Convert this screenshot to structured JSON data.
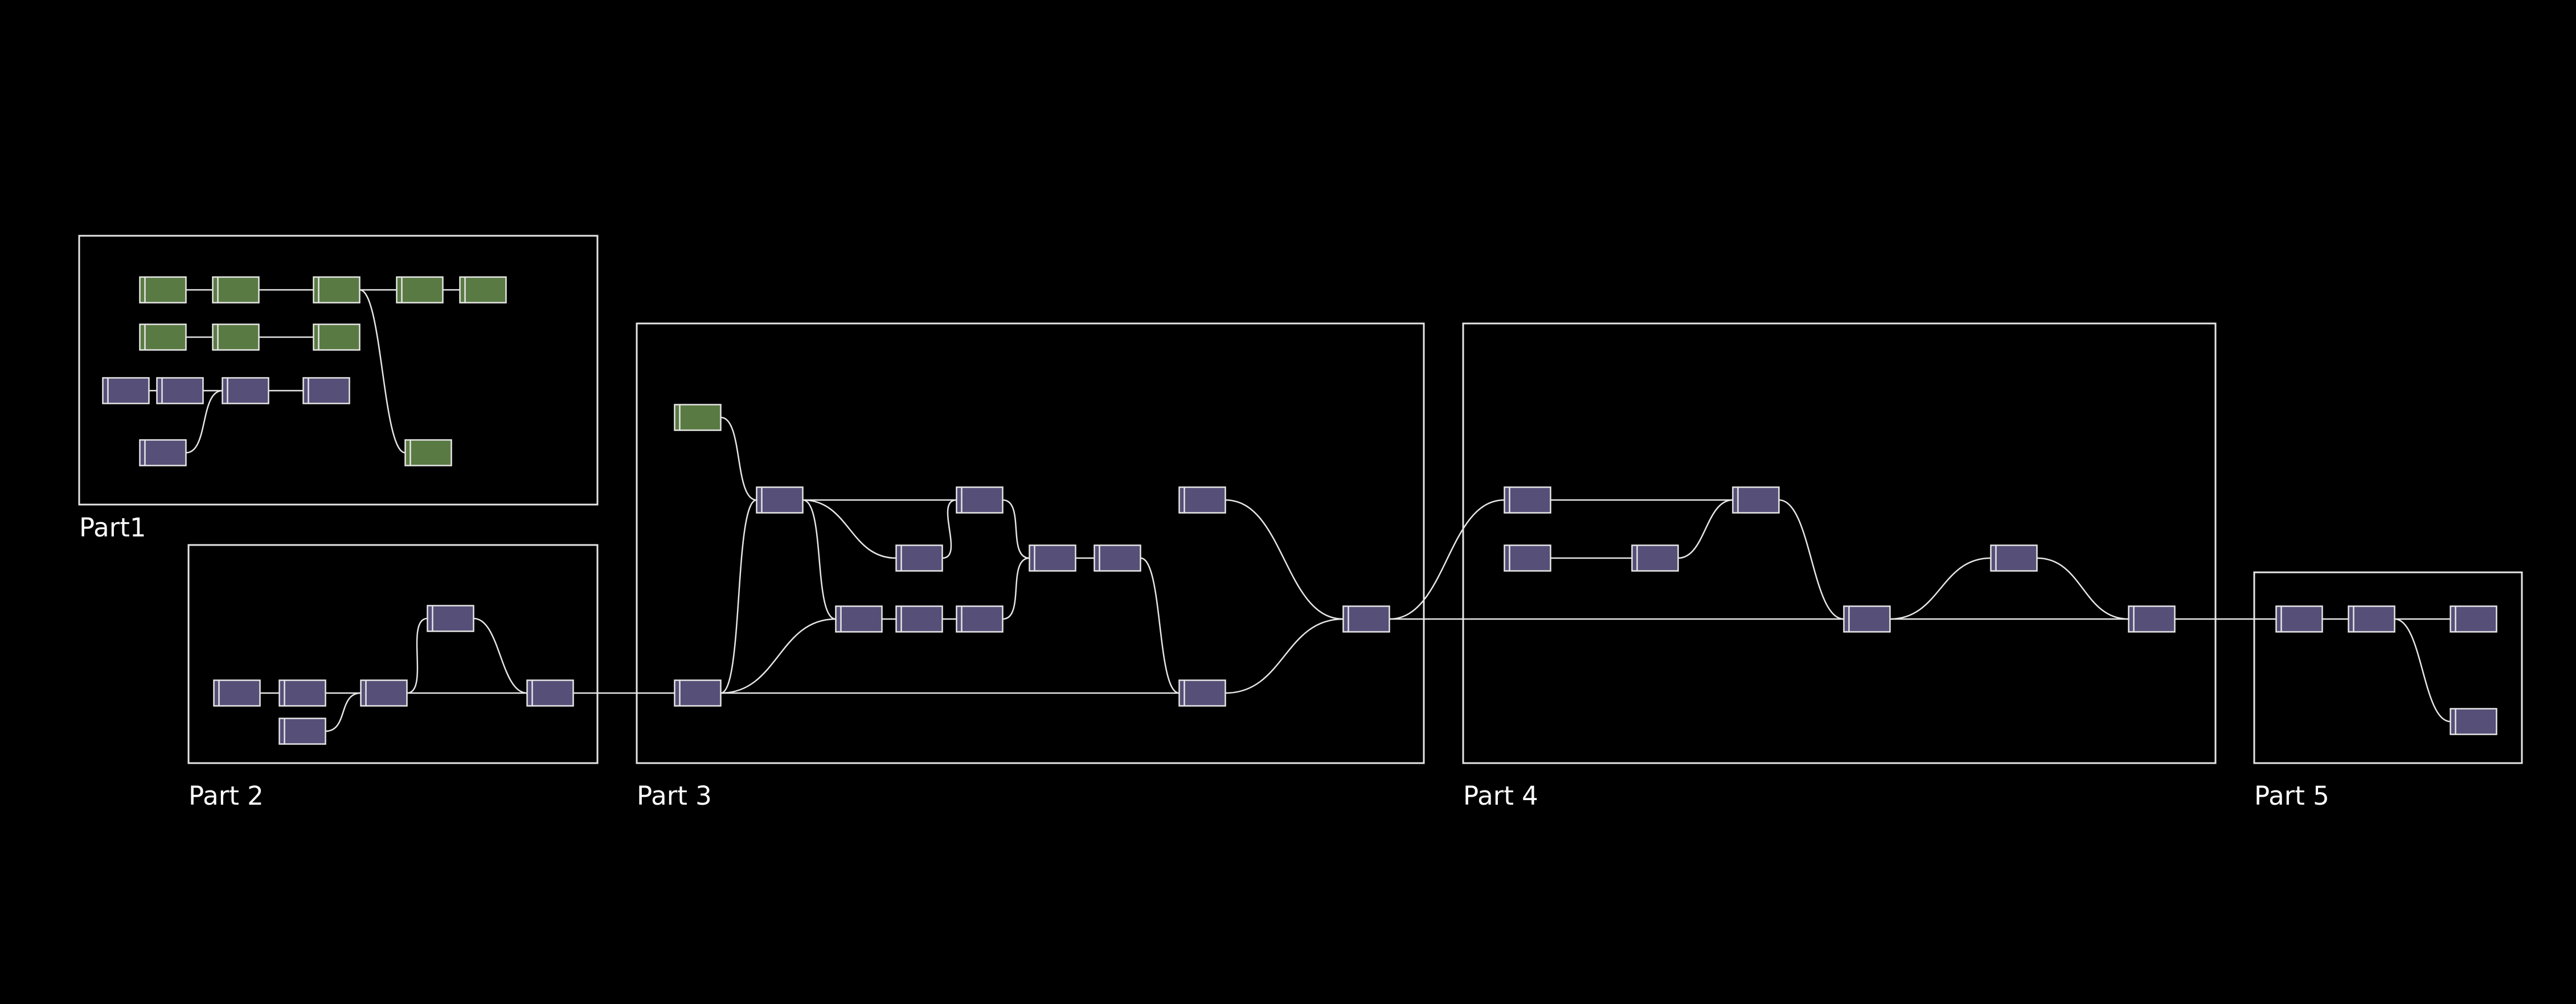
{
  "colors": {
    "background": "#000000",
    "frame": "#e6e6e6",
    "edge": "#e6e6e6",
    "label": "#ffffff",
    "node_green": "#5a7a43",
    "node_purple": "#564f78"
  },
  "groups": [
    {
      "id": "g1",
      "label": "Part1"
    },
    {
      "id": "g2",
      "label": "Part 2"
    },
    {
      "id": "g3",
      "label": "Part 3"
    },
    {
      "id": "g4",
      "label": "Part 4"
    },
    {
      "id": "g5",
      "label": "Part 5"
    }
  ],
  "nodes": [
    {
      "id": "p1a1",
      "group": "g1",
      "kind": "green"
    },
    {
      "id": "p1a2",
      "group": "g1",
      "kind": "green"
    },
    {
      "id": "p1a3",
      "group": "g1",
      "kind": "green"
    },
    {
      "id": "p1a4",
      "group": "g1",
      "kind": "green"
    },
    {
      "id": "p1a5",
      "group": "g1",
      "kind": "green"
    },
    {
      "id": "p1b1",
      "group": "g1",
      "kind": "green"
    },
    {
      "id": "p1b2",
      "group": "g1",
      "kind": "green"
    },
    {
      "id": "p1b3",
      "group": "g1",
      "kind": "green"
    },
    {
      "id": "p1c1",
      "group": "g1",
      "kind": "purple"
    },
    {
      "id": "p1c2",
      "group": "g1",
      "kind": "purple"
    },
    {
      "id": "p1c3",
      "group": "g1",
      "kind": "purple"
    },
    {
      "id": "p1c4",
      "group": "g1",
      "kind": "purple"
    },
    {
      "id": "p1d1",
      "group": "g1",
      "kind": "purple"
    },
    {
      "id": "p1e1",
      "group": "g1",
      "kind": "green"
    },
    {
      "id": "p2a",
      "group": "g2",
      "kind": "purple"
    },
    {
      "id": "p2b",
      "group": "g2",
      "kind": "purple"
    },
    {
      "id": "p2c",
      "group": "g2",
      "kind": "purple"
    },
    {
      "id": "p2d",
      "group": "g2",
      "kind": "purple"
    },
    {
      "id": "p2e",
      "group": "g2",
      "kind": "purple"
    },
    {
      "id": "p2f",
      "group": "g2",
      "kind": "purple"
    },
    {
      "id": "p3g",
      "group": "g3",
      "kind": "green"
    },
    {
      "id": "p3a",
      "group": "g3",
      "kind": "purple"
    },
    {
      "id": "p3b",
      "group": "g3",
      "kind": "purple"
    },
    {
      "id": "p3c",
      "group": "g3",
      "kind": "purple"
    },
    {
      "id": "p3d",
      "group": "g3",
      "kind": "purple"
    },
    {
      "id": "p3e",
      "group": "g3",
      "kind": "purple"
    },
    {
      "id": "p3f",
      "group": "g3",
      "kind": "purple"
    },
    {
      "id": "p3h",
      "group": "g3",
      "kind": "purple"
    },
    {
      "id": "p3i",
      "group": "g3",
      "kind": "purple"
    },
    {
      "id": "p3j",
      "group": "g3",
      "kind": "purple"
    },
    {
      "id": "p3k",
      "group": "g3",
      "kind": "purple"
    },
    {
      "id": "p3l",
      "group": "g3",
      "kind": "purple"
    },
    {
      "id": "p3m",
      "group": "g3",
      "kind": "purple"
    },
    {
      "id": "p4a",
      "group": "g4",
      "kind": "purple"
    },
    {
      "id": "p4b",
      "group": "g4",
      "kind": "purple"
    },
    {
      "id": "p4c",
      "group": "g4",
      "kind": "purple"
    },
    {
      "id": "p4d",
      "group": "g4",
      "kind": "purple"
    },
    {
      "id": "p4e",
      "group": "g4",
      "kind": "purple"
    },
    {
      "id": "p4f",
      "group": "g4",
      "kind": "purple"
    },
    {
      "id": "p4g",
      "group": "g4",
      "kind": "purple"
    },
    {
      "id": "p5a",
      "group": "g5",
      "kind": "purple"
    },
    {
      "id": "p5b",
      "group": "g5",
      "kind": "purple"
    },
    {
      "id": "p5c",
      "group": "g5",
      "kind": "purple"
    },
    {
      "id": "p5d",
      "group": "g5",
      "kind": "purple"
    }
  ],
  "edges": [
    {
      "from": "p1a1",
      "to": "p1a2"
    },
    {
      "from": "p1a2",
      "to": "p1a3"
    },
    {
      "from": "p1a3",
      "to": "p1a4"
    },
    {
      "from": "p1a4",
      "to": "p1a5"
    },
    {
      "from": "p1a3",
      "to": "p1e1"
    },
    {
      "from": "p1b1",
      "to": "p1b2"
    },
    {
      "from": "p1b2",
      "to": "p1b3"
    },
    {
      "from": "p1c1",
      "to": "p1c2"
    },
    {
      "from": "p1c2",
      "to": "p1c3"
    },
    {
      "from": "p1c3",
      "to": "p1c4"
    },
    {
      "from": "p1d1",
      "to": "p1c3"
    },
    {
      "from": "p2a",
      "to": "p2b"
    },
    {
      "from": "p2b",
      "to": "p2c"
    },
    {
      "from": "p2e",
      "to": "p2c"
    },
    {
      "from": "p2c",
      "to": "p2d"
    },
    {
      "from": "p2d",
      "to": "p2f"
    },
    {
      "from": "p2c",
      "to": "p2f"
    },
    {
      "from": "p2f",
      "to": "p3a"
    },
    {
      "from": "p3g",
      "to": "p3b"
    },
    {
      "from": "p3a",
      "to": "p3b"
    },
    {
      "from": "p3a",
      "to": "p3f"
    },
    {
      "from": "p3a",
      "to": "p3l"
    },
    {
      "from": "p3b",
      "to": "p3c"
    },
    {
      "from": "p3b",
      "to": "p3d"
    },
    {
      "from": "p3b",
      "to": "p3f"
    },
    {
      "from": "p3d",
      "to": "p3c"
    },
    {
      "from": "p3c",
      "to": "p3i"
    },
    {
      "from": "p3f",
      "to": "p3e"
    },
    {
      "from": "p3e",
      "to": "p3h"
    },
    {
      "from": "p3h",
      "to": "p3i"
    },
    {
      "from": "p3i",
      "to": "p3j"
    },
    {
      "from": "p3j",
      "to": "p3l"
    },
    {
      "from": "p3k",
      "to": "p3m"
    },
    {
      "from": "p3l",
      "to": "p3m"
    },
    {
      "from": "p3m",
      "to": "p4a"
    },
    {
      "from": "p3m",
      "to": "p4d"
    },
    {
      "from": "p4a",
      "to": "p4c"
    },
    {
      "from": "p4b",
      "to": "p4g"
    },
    {
      "from": "p4g",
      "to": "p4c"
    },
    {
      "from": "p4c",
      "to": "p4d"
    },
    {
      "from": "p4d",
      "to": "p4e"
    },
    {
      "from": "p4e",
      "to": "p4f"
    },
    {
      "from": "p4d",
      "to": "p4f"
    },
    {
      "from": "p4f",
      "to": "p5a"
    },
    {
      "from": "p5a",
      "to": "p5b"
    },
    {
      "from": "p5b",
      "to": "p5c"
    },
    {
      "from": "p5b",
      "to": "p5d"
    }
  ]
}
